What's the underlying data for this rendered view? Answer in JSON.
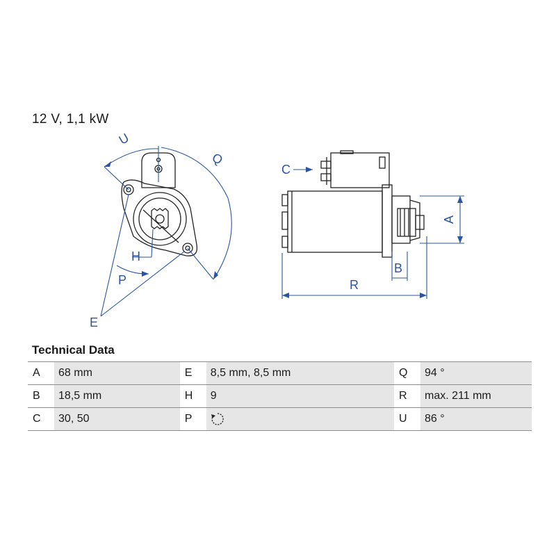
{
  "spec": "12 V, 1,1 kW",
  "drawing_labels": {
    "A": "A",
    "B": "B",
    "C": "C",
    "E": "E",
    "H": "H",
    "P": "P",
    "Q": "Q",
    "R": "R",
    "U": "U"
  },
  "colors": {
    "dimension": "#2b55a3",
    "outline": "#222222",
    "cell_bg": "#e6e6e6"
  },
  "section_title": "Technical Data",
  "rows": [
    {
      "k1": "A",
      "v1": "68 mm",
      "k2": "E",
      "v2": "8,5 mm, 8,5 mm",
      "k3": "Q",
      "v3": "94 °"
    },
    {
      "k1": "B",
      "v1": "18,5 mm",
      "k2": "H",
      "v2": "9",
      "k3": "R",
      "v3": "max. 211 mm"
    },
    {
      "k1": "C",
      "v1": "30, 50",
      "k2": "P",
      "v2_icon": "counterclockwise-rotation-icon",
      "k3": "U",
      "v3": "86 °"
    }
  ]
}
